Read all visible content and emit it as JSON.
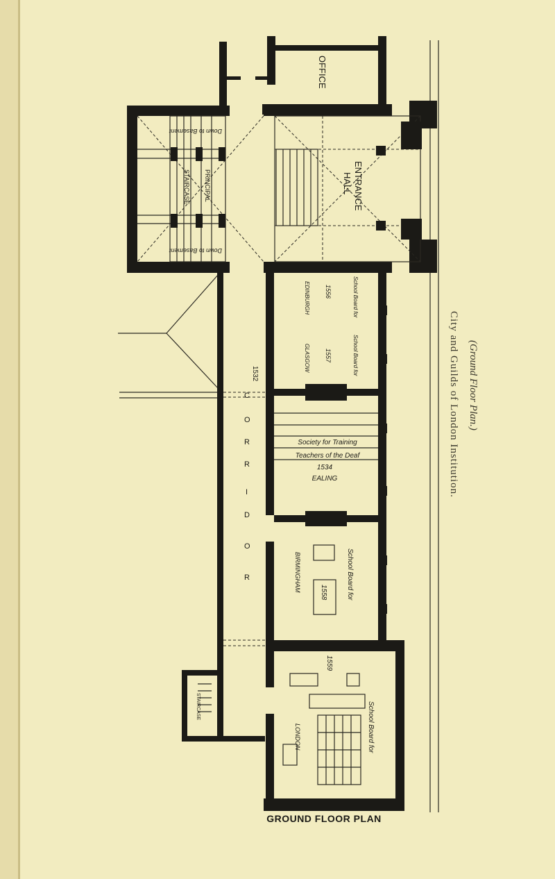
{
  "title": "City and Guilds of London Institution.",
  "subtitle": "(Ground Floor Plan.)",
  "plan_caption": "GROUND FLOOR PLAN",
  "rooms": {
    "office": "OFFICE",
    "entrance_hall_1": "ENTRANCE",
    "entrance_hall_2": "HALL",
    "principal_staircase_1": "PRINCIPAL",
    "principal_staircase_2": "STAIRCASE",
    "down_to_basement": "Down to Basement",
    "corridor_letters": [
      "C",
      "O",
      "R",
      "R",
      "I",
      "D",
      "O",
      "R"
    ],
    "corridor_number": "1532",
    "staircase": "STAIRCASE"
  },
  "exhibits": [
    {
      "label": "School Board for",
      "number": "1556",
      "city": "EDINBURGH"
    },
    {
      "label": "School Board for",
      "number": "1557",
      "city": "GLASGOW"
    },
    {
      "label_1": "Society for Training",
      "label_2": "Teachers of the Deaf",
      "number": "1534",
      "city": "EALING"
    },
    {
      "label": "School Board for",
      "number": "1558",
      "city": "BIRMINGHAM"
    },
    {
      "label": "School Board for",
      "number": "1559",
      "city": "LONDON"
    }
  ]
}
